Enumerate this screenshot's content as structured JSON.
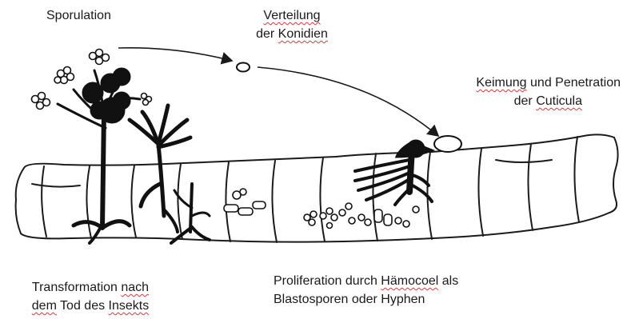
{
  "labels": {
    "sporulation": "Sporulation",
    "distribution": {
      "line1": "Verteilung",
      "line2_a": "der ",
      "line2_b": "Konidien"
    },
    "germination": {
      "line1_a": "Keimung",
      "line1_b": " und Penetration",
      "line2_a": "der ",
      "line2_b": "Cuticula"
    },
    "transformation": {
      "line1_a": "Transformation ",
      "line1_b": "nach",
      "line2_a": "dem",
      "line2_b": " Tod des ",
      "line2_c": "Insekts"
    },
    "proliferation": {
      "line1_a": "Proliferation durch ",
      "line1_b": "Hämocoel",
      "line1_c": " als",
      "line2": "Blastosporen oder Hyphen"
    }
  },
  "colors": {
    "ink": "#1a1a1a",
    "spellcheck_underline": "#d23c3c",
    "background": "#ffffff"
  }
}
